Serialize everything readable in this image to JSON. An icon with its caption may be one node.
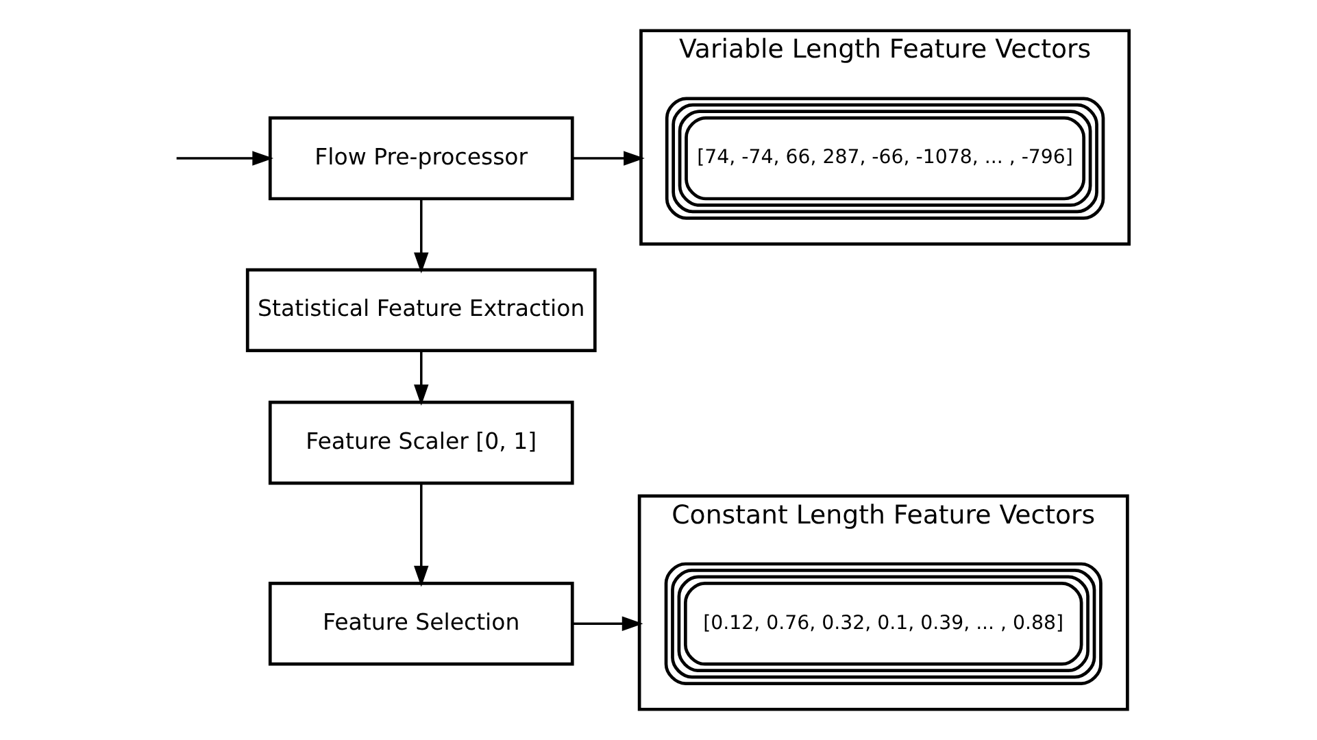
{
  "diagram": {
    "nodes": [
      {
        "text": [
          "Flow Pre-processor"
        ]
      },
      {
        "text": [
          "Variable Length Feature Vectors"
        ]
      },
      {
        "text": [
          "[74, -74, 66, 287, -66, -1078, ... , -796]"
        ],
        "in": 1
      },
      {
        "text": [
          "Statistical Feature Extraction"
        ]
      },
      {
        "text": [
          "Feature Scaler [0, 1]"
        ]
      },
      {
        "text": [
          "Constant Length Feature Vectors"
        ]
      },
      {
        "text": [
          "[0.12, 0.76, 0.32, 0.1, 0.39, ... , 0.88]"
        ],
        "in": 5
      },
      {
        "text": [
          "Feature Selection"
        ]
      }
    ],
    "edges": [
      {
        "from": null,
        "to": 0,
        "arrow": "to"
      },
      {
        "from": 0,
        "to": 1,
        "arrow": "to"
      },
      {
        "from": 0,
        "to": 3,
        "arrow": "to"
      },
      {
        "from": 3,
        "to": 4,
        "arrow": "to"
      },
      {
        "from": 4,
        "to": 7,
        "arrow": "to"
      },
      {
        "from": 7,
        "to": 5,
        "arrow": "to"
      }
    ]
  }
}
